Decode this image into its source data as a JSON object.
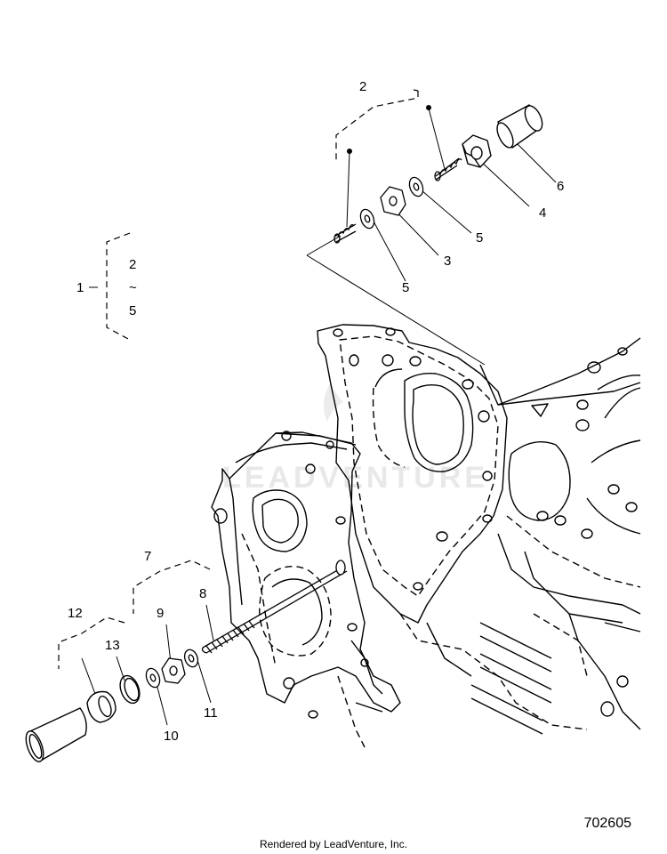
{
  "callouts": {
    "c1": "1",
    "c2": "2",
    "c3": "3",
    "c4": "4",
    "c5a": "5",
    "c5b": "5",
    "c6": "6",
    "c7": "7",
    "c8": "8",
    "c9": "9",
    "c10": "10",
    "c11": "11",
    "c12": "12",
    "c13": "13",
    "range_from": "2",
    "range_tilde": "~",
    "range_to": "5"
  },
  "watermark": "LEADVENTURE",
  "figure_number": "702605",
  "footer": "Rendered by LeadVenture, Inc."
}
